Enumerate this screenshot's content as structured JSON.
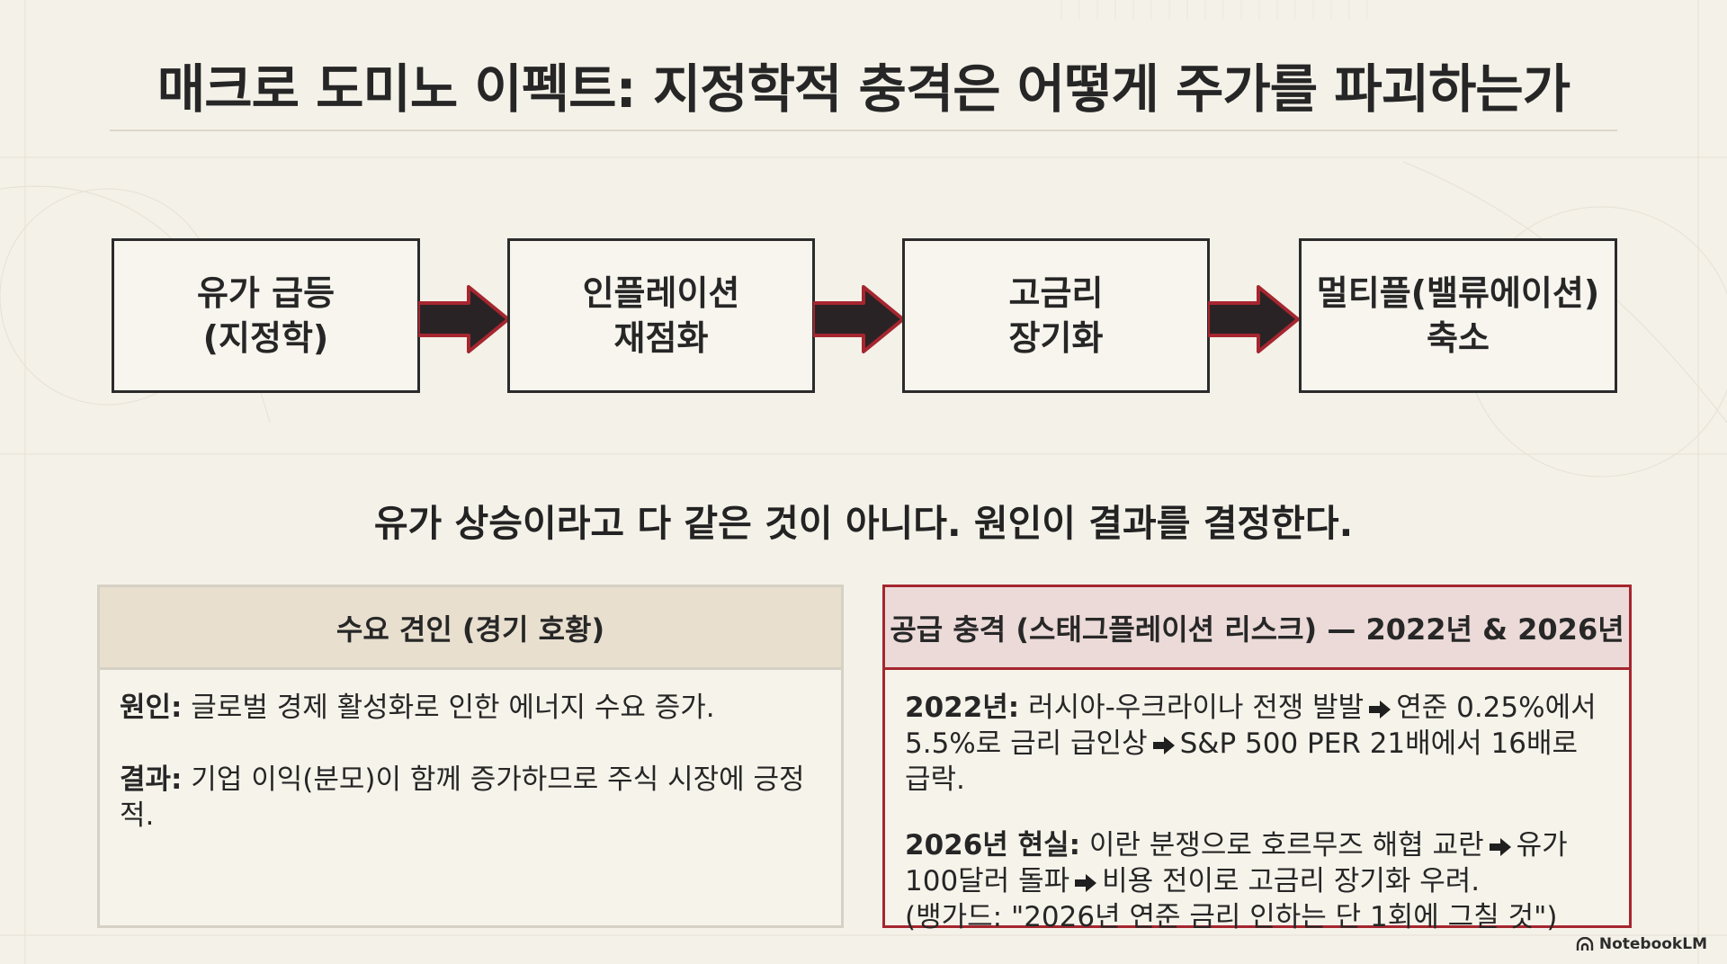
{
  "title": "매크로 도미노 이펙트: 지정학적 충격은 어떻게 주가를 파괴하는가",
  "flow": {
    "steps": [
      {
        "label": "유가 급등\n(지정학)"
      },
      {
        "label": "인플레이션\n재점화"
      },
      {
        "label": "고금리\n장기화"
      },
      {
        "label": "멀티플(밸류에이션)\n축소"
      }
    ],
    "arrow_color": "#a5262f"
  },
  "tagline": "유가 상승이라고 다 같은 것이 아니다. 원인이 결과를 결정한다.",
  "demand_panel": {
    "header": "수요 견인 (경기 호황)",
    "cause_label": "원인:",
    "cause_text": "글로벌 경제 활성화로 인한 에너지 수요 증가.",
    "result_label": "결과:",
    "result_text": "기업 이익(분모)이 함께 증가하므로 주식 시장에 긍정적."
  },
  "supply_panel": {
    "header": "공급 충격 (스태그플레이션 리스크) — 2022년 & 2026년",
    "y2022_label": "2022년:",
    "y2022_part1": "러시아-우크라이나 전쟁 발발",
    "y2022_part2": "연준 0.25%에서 5.5%로 금리 급인상",
    "y2022_part3": "S&P 500 PER 21배에서 16배로 급락.",
    "y2026_label": "2026년 현실:",
    "y2026_part1": "이란 분쟁으로 호르무즈 해협 교란",
    "y2026_part2": "유가 100달러 돌파",
    "y2026_part3": "비용 전이로 고금리 장기화 우려.",
    "y2026_note": "(뱅가드: \"2026년 연준 금리 인하는 단 1회에 그칠 것\")"
  },
  "colors": {
    "background": "#f4f1e8",
    "accent_red": "#a5262f",
    "box_border": "#2b2b2b",
    "demand_header_bg": "#e8dfcf",
    "supply_header_bg": "#ebdad8"
  },
  "icons": [
    "right-arrow-icon",
    "notebooklm-logo-icon"
  ],
  "brand": "NotebookLM"
}
